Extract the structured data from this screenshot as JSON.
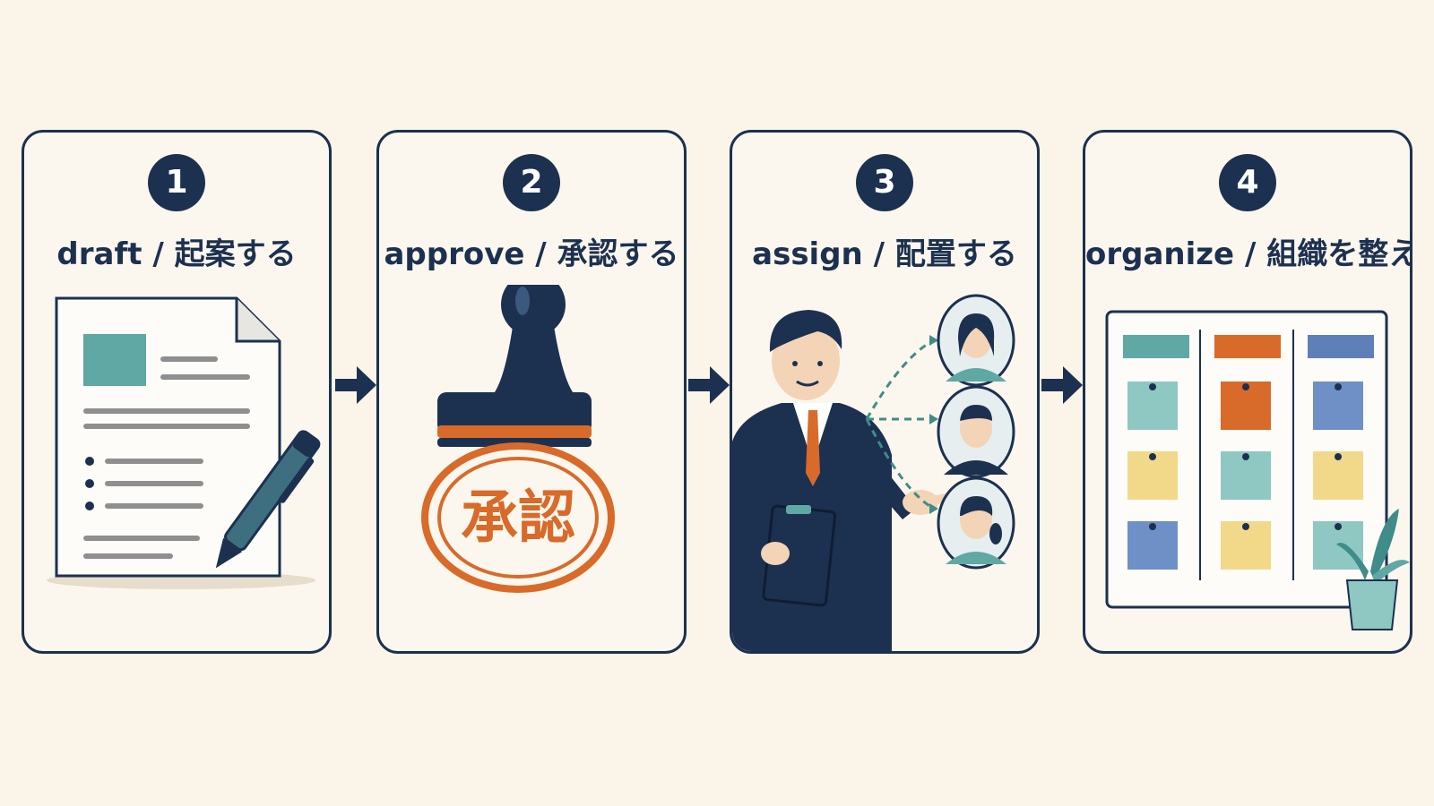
{
  "steps": [
    {
      "number": "1",
      "title": "draft / 起案する"
    },
    {
      "number": "2",
      "title": "approve / 承認する",
      "stamp_text": "承認"
    },
    {
      "number": "3",
      "title": "assign / 配置する"
    },
    {
      "number": "4",
      "title": "organize / 組織を整える"
    }
  ],
  "colors": {
    "navy": "#1c3150",
    "orange": "#d86a2a",
    "teal": "#5fa8a3",
    "yellow": "#f2d98a",
    "blue": "#5e7fb8",
    "background": "#fbf5e9"
  },
  "icons": [
    "document-icon",
    "pen-icon",
    "stamp-icon",
    "manager-icon",
    "person-avatar-icon",
    "board-icon",
    "sticky-note-icon",
    "plant-icon",
    "arrow-right-icon"
  ]
}
